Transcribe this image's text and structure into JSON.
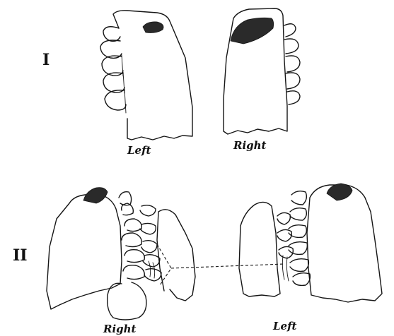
{
  "figure": {
    "groups": [
      {
        "id": "I",
        "label": "I",
        "captions": [
          "Left",
          "Right"
        ]
      },
      {
        "id": "II",
        "label": "II",
        "captions": [
          "Right",
          "Left"
        ]
      }
    ]
  }
}
